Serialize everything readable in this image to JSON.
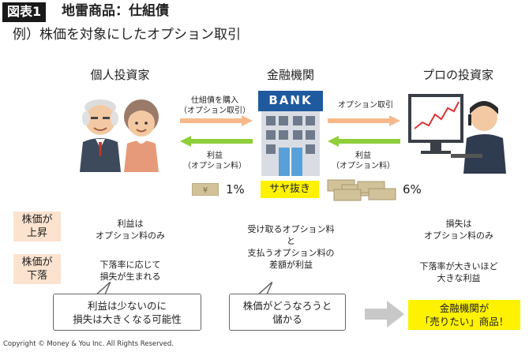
{
  "header": {
    "badge": "図表1",
    "title": "地雷商品：仕組債",
    "subtitle": "例）株価を対象にしたオプション取引"
  },
  "columns": {
    "individual": "個人投資家",
    "bank": "金融機関",
    "pro": "プロの投資家"
  },
  "bank_sign": "BANK",
  "arrows": {
    "top_left": {
      "line1": "仕組債を購入",
      "line2": "（オプション取引）"
    },
    "bottom_left": {
      "line1": "利益",
      "line2": "（オプション料）"
    },
    "top_right": {
      "line1": "オプション取引"
    },
    "bottom_right": {
      "line1": "利益",
      "line2": "（オプション料）"
    }
  },
  "money": {
    "left_pct": "1%",
    "middle_label": "サヤ抜き",
    "right_pct": "6%",
    "yen_symbol": "¥"
  },
  "rows": {
    "rise": {
      "label_line1": "株価が",
      "label_line2": "上昇",
      "individual_line1": "利益は",
      "individual_line2": "オプション料のみ",
      "bank_line1": "受け取るオプション料",
      "bank_line2": "と",
      "bank_line3": "支払うオプション料の",
      "bank_line4": "差額が利益",
      "pro_line1": "損失は",
      "pro_line2": "オプション料のみ"
    },
    "fall": {
      "label_line1": "株価が",
      "label_line2": "下落",
      "individual_line1": "下落率に応じて",
      "individual_line2": "損失が生まれる",
      "pro_line1": "下落率が大きいほど",
      "pro_line2": "大きな利益"
    }
  },
  "bubbles": {
    "left_line1": "利益は少ないのに",
    "left_line2": "損失は大きくなる可能性",
    "middle_line1": "株価がどうなろうと",
    "middle_line2": "儲かる"
  },
  "conclusion": {
    "line1": "金融機関が",
    "line2": "「売りたい」商品！"
  },
  "copyright": "Copyright © Money & You Inc. All Rights Reserved.",
  "colors": {
    "arrow_orange": "#f7b98b",
    "arrow_green": "#8fcf3c",
    "highlight_yellow": "#fef200",
    "row_label_bg": "#fbe3cf",
    "bank_blue": "#1f5a9e"
  }
}
